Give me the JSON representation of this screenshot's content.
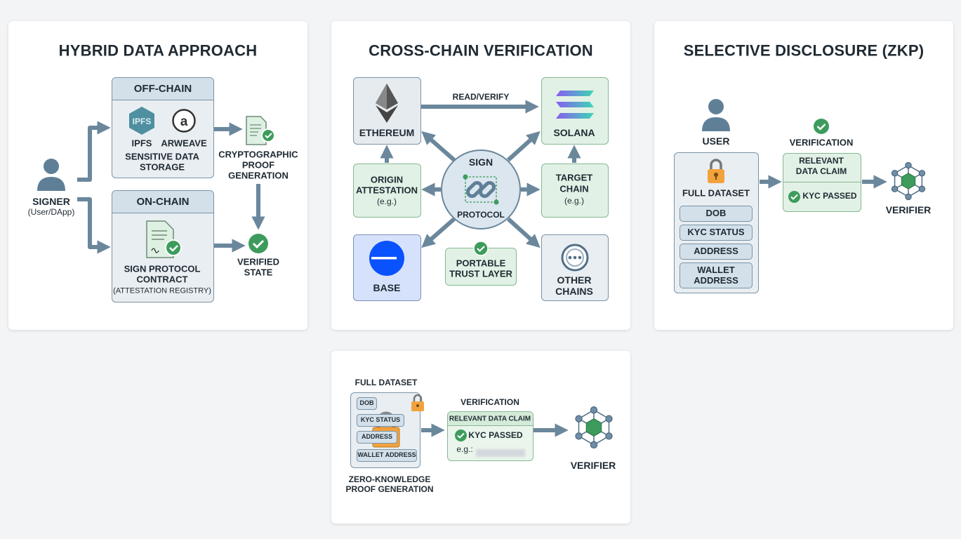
{
  "hybrid": {
    "title": "HYBRID DATA APPROACH",
    "signer": "SIGNER",
    "signer_sub": "(User/DApp)",
    "offchain": "OFF-CHAIN",
    "ipfs_logo": "IPFS",
    "ipfs": "IPFS",
    "arweave": "ARWEAVE",
    "arweave_logo": "a",
    "storage1": "SENSITIVE DATA",
    "storage2": "STORAGE",
    "onchain": "ON-CHAIN",
    "contract1": "SIGN PROTOCOL",
    "contract2": "CONTRACT",
    "contract3": "(ATTESTATION REGISTRY)",
    "proof1": "CRYPTOGRAPHIC",
    "proof2": "PROOF",
    "proof3": "GENERATION",
    "verified1": "VERIFIED",
    "verified2": "STATE"
  },
  "crosschain": {
    "title": "CROSS-CHAIN VERIFICATION",
    "read_verify": "READ/VERIFY",
    "ethereum": "ETHEREUM",
    "solana": "SOLANA",
    "origin1": "ORIGIN",
    "origin2": "ATTESTATION",
    "origin3": "(e.g.)",
    "target1": "TARGET",
    "target2": "CHAIN",
    "target3": "(e.g.)",
    "sign": "SIGN",
    "protocol": "PROTOCOL",
    "base": "BASE",
    "other1": "OTHER",
    "other2": "CHAINS",
    "portable1": "PORTABLE",
    "portable2": "TRUST LAYER"
  },
  "zkp": {
    "title": "SELECTIVE DISCLOSURE (ZKP)",
    "user": "USER",
    "full_dataset": "FULL DATASET",
    "items": [
      "DOB",
      "KYC STATUS",
      "ADDRESS",
      "WALLET ADDRESS"
    ],
    "verification": "VERIFICATION",
    "claim1": "RELEVANT",
    "claim2": "DATA CLAIM",
    "kyc_passed": "KYC PASSED",
    "verifier": "VERIFIER"
  },
  "zkp2": {
    "full_dataset": "FULL DATASET",
    "items": [
      "DOB",
      "KYC STATUS",
      "ADDRESS",
      "WALLET ADDRESS"
    ],
    "proof1": "ZERO-KNOWLEDGE",
    "proof2": "PROOF GENERATION",
    "verification": "VERIFICATION",
    "claim": "RELEVANT DATA CLAIM",
    "kyc_passed": "KYC PASSED",
    "example": "e.g.:",
    "verifier": "VERIFIER"
  },
  "colors": {
    "arrow": "#6b879c",
    "green": "#3d9c5c",
    "box": "#e9eef2",
    "header": "#d3e0ea",
    "green_box": "#e2f1e5"
  }
}
